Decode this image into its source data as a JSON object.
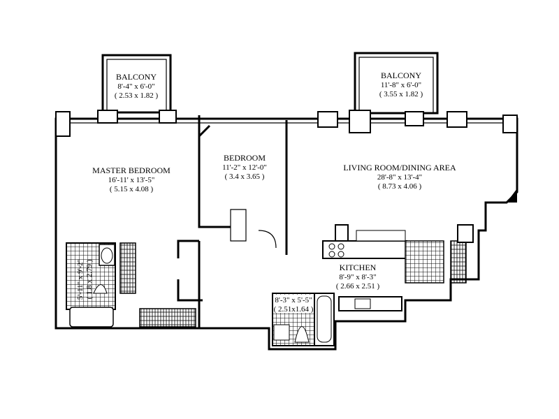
{
  "rooms": {
    "balcony_left": {
      "name": "BALCONY",
      "imperial": "8'-4\" x 6'-0\"",
      "metric": "( 2.53 x 1.82 )"
    },
    "balcony_right": {
      "name": "BALCONY",
      "imperial": "11'-8\" x 6'-0\"",
      "metric": "( 3.55 x 1.82 )"
    },
    "master_bedroom": {
      "name": "MASTER BEDROOM",
      "imperial": "16'-11' x 13'-5\"",
      "metric": "( 5.15 x 4.08 )"
    },
    "bedroom": {
      "name": "BEDROOM",
      "imperial": "11'-2\" x 12'-0\"",
      "metric": "( 3.4 x 3.65 )"
    },
    "living": {
      "name": "LIVING ROOM/DINING AREA",
      "imperial": "28'-8\" x 13'-4\"",
      "metric": "( 8.73 x 4.06 )"
    },
    "kitchen": {
      "name": "KITCHEN",
      "imperial": "8'-9\" x 8'-3\"",
      "metric": "( 2.66 x 2.51 )"
    },
    "bath_master": {
      "imperial": "5'-11\" x 9'-2\"",
      "metric": "( 1.8 x 2.79 )"
    },
    "bath_second": {
      "imperial": "8'-3\" x 5'-5\"",
      "metric": "( 2.51x1.64 )"
    }
  }
}
